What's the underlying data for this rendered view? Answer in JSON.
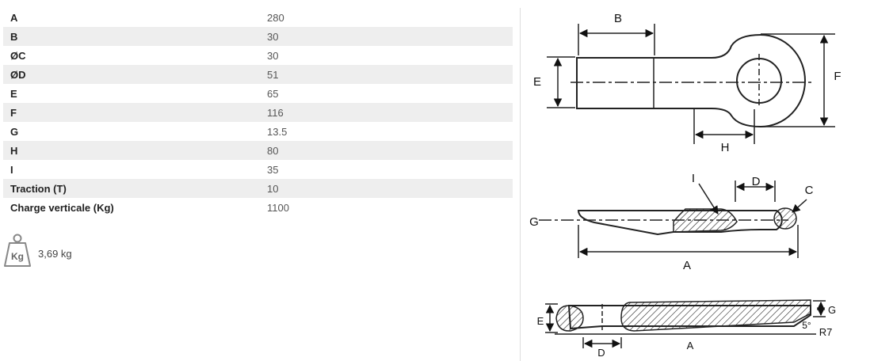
{
  "specs": [
    {
      "label": "A",
      "value": "280"
    },
    {
      "label": "B",
      "value": "30"
    },
    {
      "label": "ØC",
      "value": "30"
    },
    {
      "label": "ØD",
      "value": "51"
    },
    {
      "label": "E",
      "value": "65"
    },
    {
      "label": "F",
      "value": "116"
    },
    {
      "label": "G",
      "value": "13.5"
    },
    {
      "label": "H",
      "value": "80"
    },
    {
      "label": "I",
      "value": "35"
    },
    {
      "label": "Traction (T)",
      "value": "10"
    },
    {
      "label": "Charge verticale (Kg)",
      "value": "1100"
    }
  ],
  "weight": {
    "icon_label": "Kg",
    "value": "3,69 kg"
  },
  "drawing": {
    "labels": {
      "A": "A",
      "B": "B",
      "C": "C",
      "D": "D",
      "E": "E",
      "F": "F",
      "G": "G",
      "H": "H",
      "I": "I",
      "R7": "R7",
      "angle": "5°"
    }
  }
}
